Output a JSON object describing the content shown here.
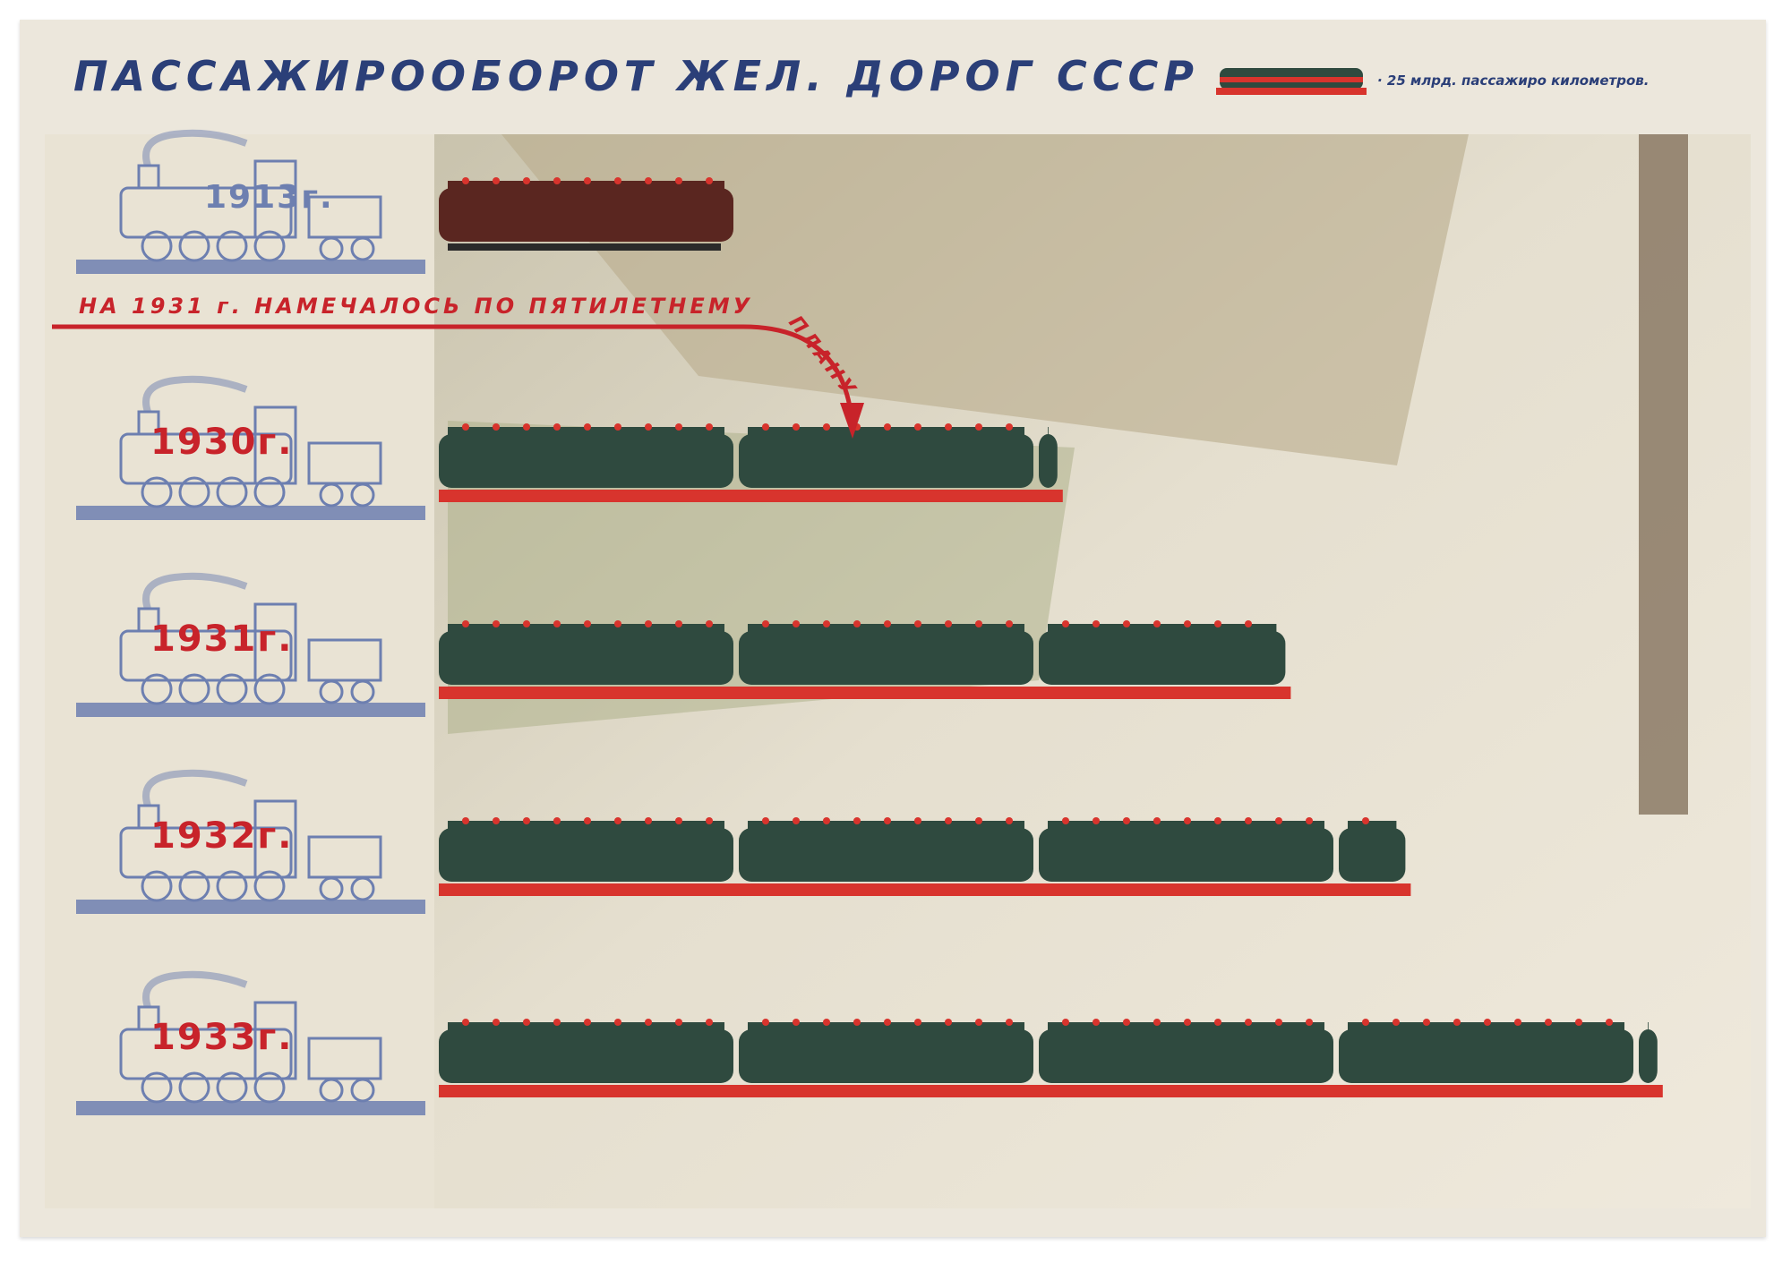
{
  "title": "ПАССАЖИРООБОРОТ  ЖЕЛ. ДОРОГ  СССР",
  "legend": {
    "unit_text": "· 25 млрд. пассажиро километров.",
    "car_value": 25
  },
  "colors": {
    "title": "#2b3f78",
    "year_label": "#c8232a",
    "car_1913": "#5a2620",
    "car": "#2f4a3f",
    "rail": "#d8342d",
    "locomotive": "#6d7fb0",
    "plan_line": "#c8232a"
  },
  "icons": {
    "locomotive": "steam-locomotive-icon",
    "car": "passenger-car-icon"
  },
  "chart_data": {
    "type": "bar",
    "unit": "млрд. пассажиро километров",
    "car_unit_value": 25,
    "categories": [
      "1913г.",
      "1930г.",
      "1931г.",
      "1932г.",
      "1933г."
    ],
    "values": [
      25,
      52,
      71,
      81,
      102
    ],
    "plan": {
      "text_main": "НА  1931 г.  НАМЕЧАЛОСЬ  ПО  ПЯТИЛЕТНЕМУ",
      "text_curve": "ПЛАНУ",
      "year": "1931г.",
      "value": 52
    },
    "orientation": "horizontal",
    "xlim": [
      0,
      102
    ]
  }
}
